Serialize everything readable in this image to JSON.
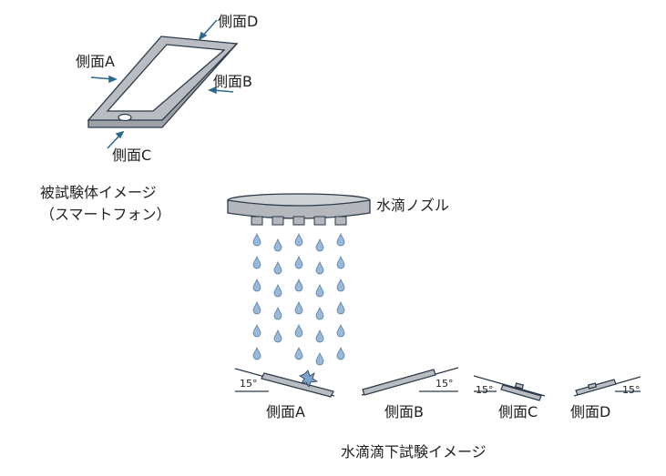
{
  "phone": {
    "labels": {
      "a": "側面A",
      "b": "側面B",
      "c": "側面C",
      "d": "側面D"
    },
    "caption_line1": "被試験体イメージ",
    "caption_line2": "（スマートフォン）"
  },
  "nozzle": {
    "label": "水滴ノズル",
    "nozzle_count": 5,
    "drops_per_column": [
      6,
      5,
      6,
      6,
      6
    ]
  },
  "tests": {
    "angle_left": "15°",
    "angle_right": "15°",
    "angle_c": "15°",
    "angle_d": "15°",
    "side_a": "側面A",
    "side_b": "側面B",
    "side_c": "側面C",
    "side_d": "側面D"
  },
  "caption": "水滴滴下試験イメージ",
  "colors": {
    "line": "#2b3a4a",
    "arrow": "#2d6a8a",
    "drop": "#9ab8d8",
    "device_fill": "#b9bcc0",
    "device_light": "#d7d9db",
    "nozzle_fill": "#b4b7bb"
  }
}
